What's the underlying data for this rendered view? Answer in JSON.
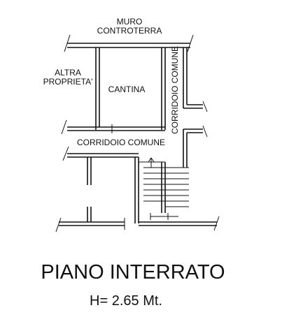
{
  "labels": {
    "muro_line1": "MURO",
    "muro_line2": "CONTROTERRA",
    "altra_line1": "ALTRA",
    "altra_line2": "PROPRIETA'",
    "cantina": "CANTINA",
    "corridoio_vertical": "CORRIDOIO COMUNE",
    "corridoio_horizontal": "CORRIDOIO COMUNE"
  },
  "title": "PIANO INTERRATO",
  "height_note": "H= 2.65 Mt."
}
